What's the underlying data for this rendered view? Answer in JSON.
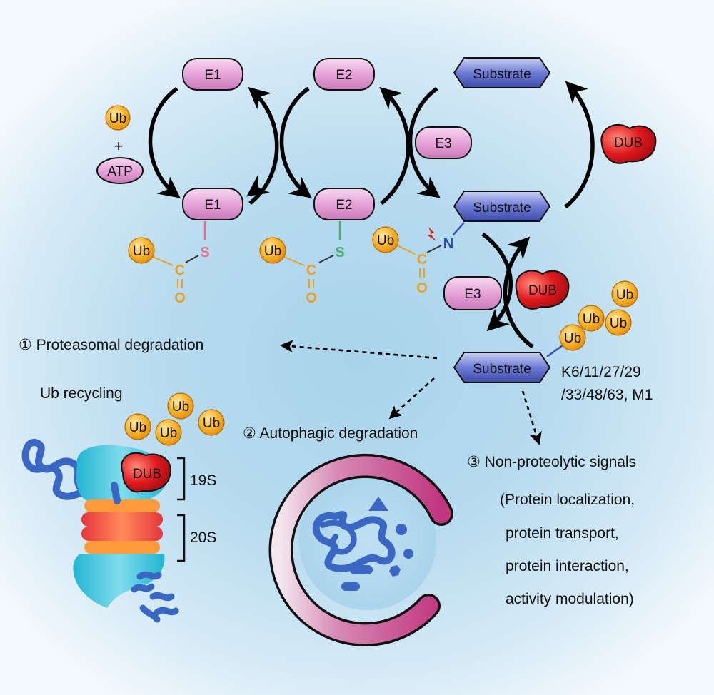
{
  "nodes": {
    "e1_top": "E1",
    "e2_top": "E2",
    "substrate_top": "Substrate",
    "e3_mid": "E3",
    "dub_right": "DUB",
    "e1_bottom": "E1",
    "e2_bottom": "E2",
    "substrate_mid": "Substrate",
    "e3_lower": "E3",
    "dub_lower": "DUB",
    "substrate_bottom": "Substrate",
    "dub_proteasome": "DUB"
  },
  "activation": {
    "ub": "Ub",
    "plus": "+",
    "atp": "ATP"
  },
  "thioesters": {
    "e1": {
      "ub": "Ub",
      "c": "C",
      "o": "O",
      "s": "S"
    },
    "e2": {
      "ub": "Ub",
      "c": "C",
      "o": "O",
      "s": "S"
    },
    "e3": {
      "ub": "Ub",
      "c": "C",
      "o": "O",
      "n": "N"
    }
  },
  "chain": {
    "ub1": "Ub",
    "ub2": "Ub",
    "ub3": "Ub",
    "ub4": "Ub"
  },
  "linkage": {
    "line1": "K6/11/27/29",
    "line2": "/33/48/63, M1"
  },
  "outcomes": {
    "proteasomal": "① Proteasomal degradation",
    "autophagic": "② Autophagic degradation",
    "nonproteolytic": "③ Non-proteolytic signals",
    "details": [
      "(Protein localization,",
      "protein transport,",
      "protein interaction,",
      "activity modulation)"
    ]
  },
  "recycling": {
    "title": "Ub recycling",
    "ub1": "Ub",
    "ub2": "Ub",
    "ub3": "Ub",
    "ub4": "Ub"
  },
  "proteasome": {
    "lid": "19S",
    "core": "20S"
  },
  "colors": {
    "enzyme": "#eaa6dc",
    "substrate": "#5b69c9",
    "ubiquitin": "#f6a623",
    "dub": "#d9121a",
    "autophagosome": "#c4488e",
    "protein": "#3b67c4"
  }
}
